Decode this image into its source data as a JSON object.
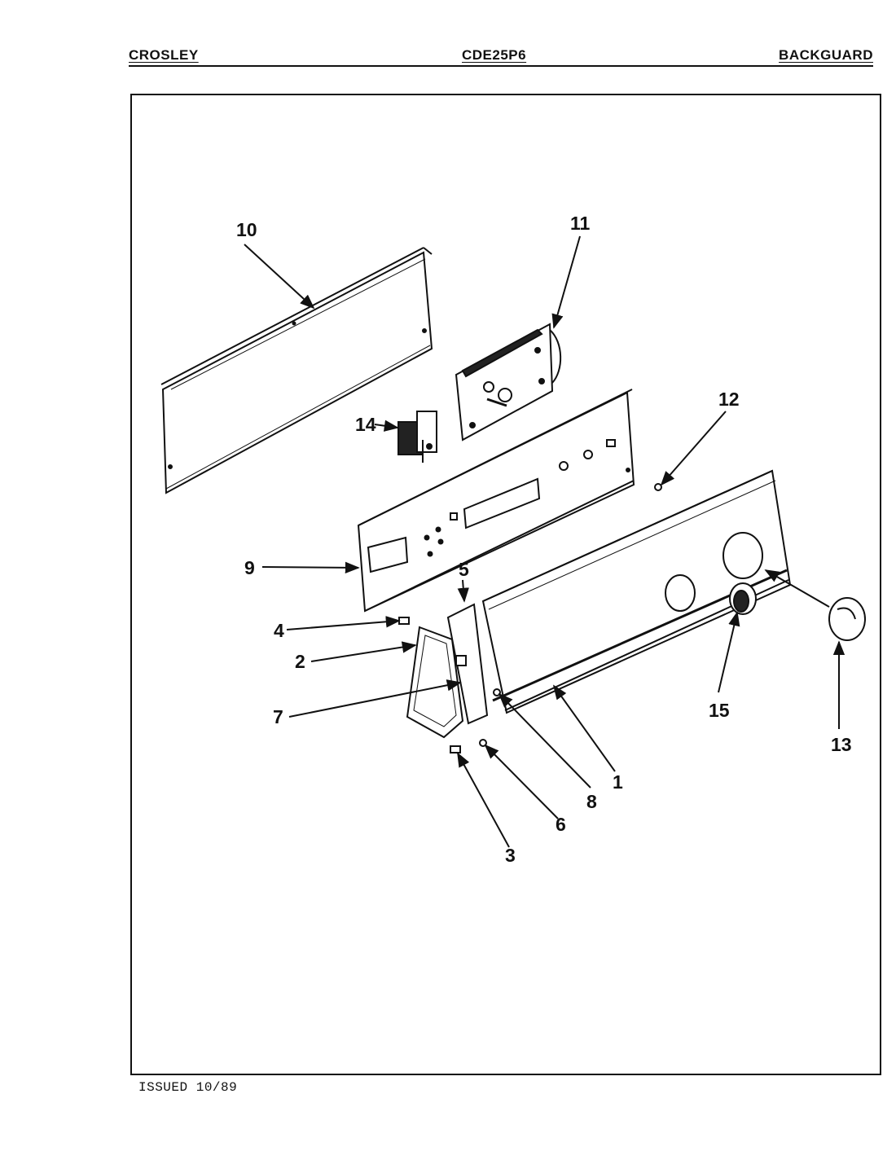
{
  "header": {
    "brand": "CROSLEY",
    "model": "CDE25P6",
    "section": "BACKGUARD"
  },
  "footer": {
    "issued": "ISSUED 10/89"
  },
  "callouts": [
    {
      "id": "c1",
      "label": "1"
    },
    {
      "id": "c2",
      "label": "2"
    },
    {
      "id": "c3",
      "label": "3"
    },
    {
      "id": "c4",
      "label": "4"
    },
    {
      "id": "c5",
      "label": "5"
    },
    {
      "id": "c6",
      "label": "6"
    },
    {
      "id": "c7",
      "label": "7"
    },
    {
      "id": "c8",
      "label": "8"
    },
    {
      "id": "c9",
      "label": "9"
    },
    {
      "id": "c10",
      "label": "10"
    },
    {
      "id": "c11",
      "label": "11"
    },
    {
      "id": "c12",
      "label": "12"
    },
    {
      "id": "c13",
      "label": "13"
    },
    {
      "id": "c14",
      "label": "14"
    },
    {
      "id": "c15",
      "label": "15"
    }
  ],
  "colors": {
    "ink": "#111111",
    "paper": "#ffffff"
  }
}
